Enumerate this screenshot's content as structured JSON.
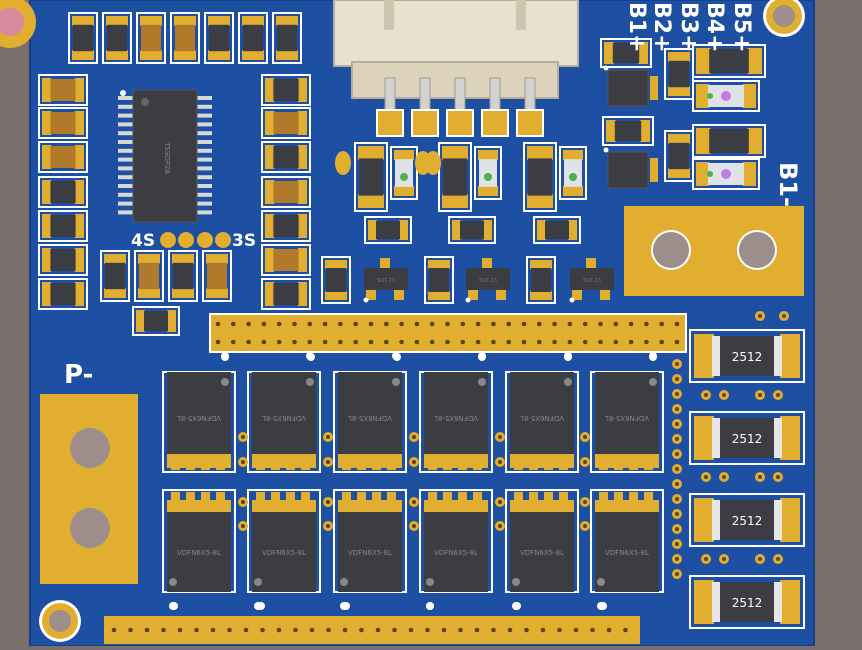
{
  "colors": {
    "board": "#1d4fa2",
    "board_dark": "#163f86",
    "silk": "#ffffff",
    "gold": "#e2ae30",
    "gold_dark": "#c38f1a",
    "chip": "#3b3d42",
    "chip_dark": "#2b2c30",
    "background": "#7a6f6c",
    "connector": "#e9e1cf"
  },
  "labels": {
    "balance_pins": [
      "B1+",
      "B2+",
      "B3+",
      "B4+",
      "B5+"
    ],
    "b1_minus": "B1-",
    "p_minus": "P-",
    "cells_4s": "4S",
    "cells_3s": "3S"
  },
  "ic": {
    "main_marking": "TSSOP28"
  },
  "mosfets": {
    "top_row_marking": "VDFN6X5-8L",
    "bottom_row_marking": "VDFN6X5-8L",
    "count_per_row": 6
  },
  "shunt_resistors": {
    "marking": "2512",
    "values": [
      "2512",
      "2512",
      "2512",
      "2512"
    ]
  },
  "small_parts": {
    "sot23_marking": "SOT-23"
  }
}
